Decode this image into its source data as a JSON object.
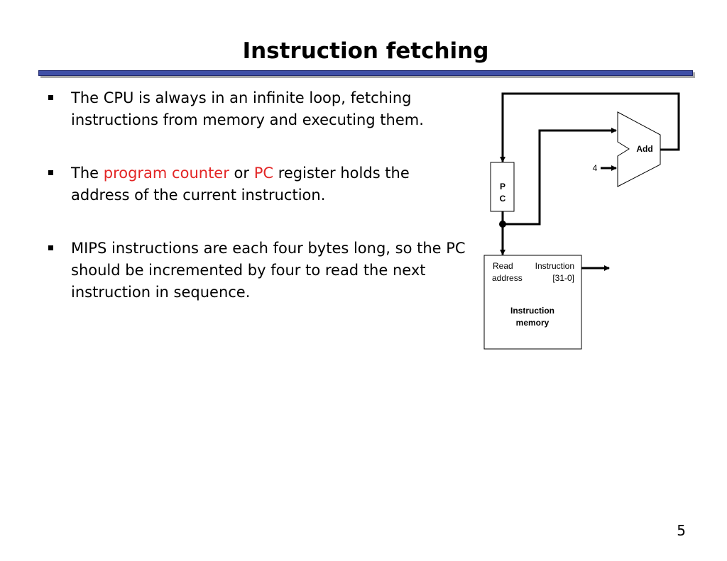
{
  "slide": {
    "title": "Instruction fetching",
    "page_number": "5"
  },
  "bullets": [
    {
      "text": "The CPU is always in an infinite loop, fetching instructions from memory and executing them."
    },
    {
      "pre": "The ",
      "hl1": "program counter",
      "mid": " or ",
      "hl2": "PC",
      "post": " register holds the address of the current instruction."
    },
    {
      "text": "MIPS instructions are each four bytes long, so the PC should be incremented by four to read the next instruction in sequence."
    }
  ],
  "diagram": {
    "pc_label_line1": "P",
    "pc_label_line2": "C",
    "adder_label": "Add",
    "adder_input_constant": "4",
    "memory_port_read": "Read",
    "memory_port_address": "address",
    "memory_port_instruction": "Instruction",
    "memory_port_bits": "[31-0]",
    "memory_title_line1": "Instruction",
    "memory_title_line2": "memory"
  },
  "colors": {
    "highlight": "#e32626",
    "title_rule": "#3f4fa6"
  }
}
